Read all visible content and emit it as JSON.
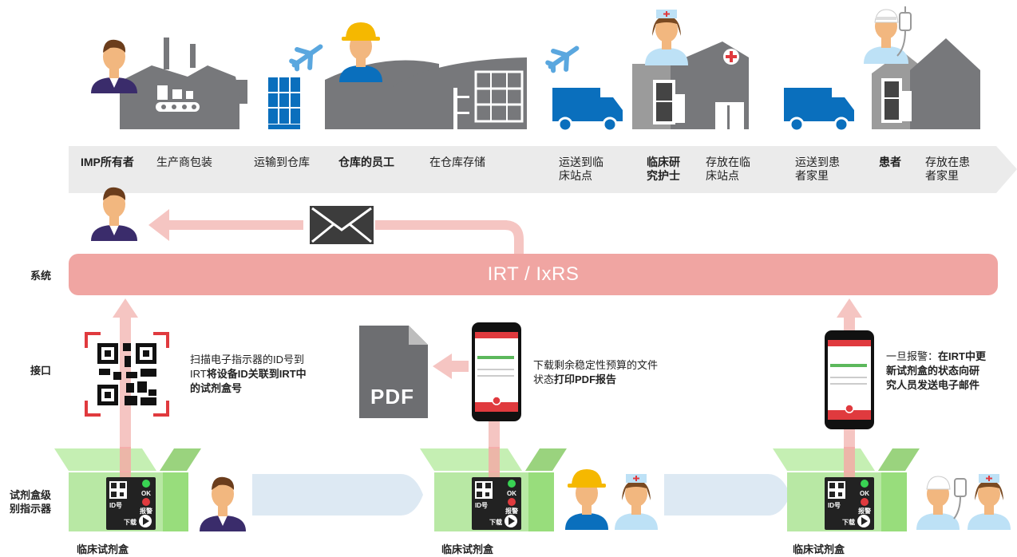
{
  "supply_chain": {
    "steps": [
      {
        "label": "IMP所有者",
        "bold": true
      },
      {
        "label": "生产商包装",
        "bold": false
      },
      {
        "label": "运输到仓库",
        "bold": false
      },
      {
        "label": "仓库的员工",
        "bold": true
      },
      {
        "label": "在仓库存储",
        "bold": false
      },
      {
        "label": "运送到临床站点",
        "bold": false
      },
      {
        "label": "临床研究护士",
        "bold": true
      },
      {
        "label": "存放在临床站点",
        "bold": false
      },
      {
        "label": "运送到患者家里",
        "bold": false
      },
      {
        "label": "患者",
        "bold": true
      },
      {
        "label": "存放在患者家里",
        "bold": false
      }
    ]
  },
  "rows": {
    "system": "系统",
    "interface": "接口",
    "indicator": "试剂盒级别指示器"
  },
  "system_bar": {
    "label": "IRT / IxRS"
  },
  "notes": {
    "scan": {
      "normal": "扫描电子指示器的ID号到IRT",
      "bold": "将设备ID关联到IRT中的试剂盒号"
    },
    "download": {
      "normal": "下载剩余稳定性预算的文件状态",
      "bold": "打印PDF报告"
    },
    "alarm": {
      "normal": "一旦报警：",
      "bold": "在IRT中更新试剂盒的状态向研究人员发送电子邮件"
    }
  },
  "pdf_icon": {
    "label": "PDF"
  },
  "device": {
    "id_label": "ID号",
    "ok_label": "OK",
    "alarm_label": "报警",
    "download_label": "下载"
  },
  "kit_label": "临床试剂盒",
  "colors": {
    "blue": "#0a6fbd",
    "grey": "#77787b",
    "pink": "#f0a5a2",
    "green": "#b8e8a4",
    "red": "#e03a3e",
    "yellow": "#f5b800"
  }
}
